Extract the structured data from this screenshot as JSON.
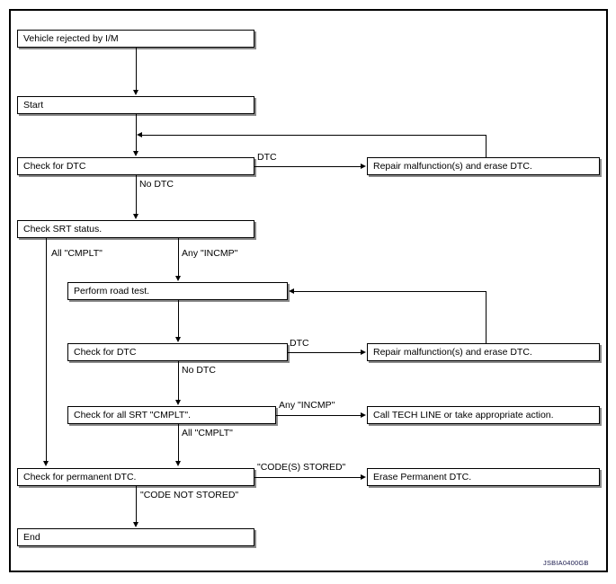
{
  "figure": {
    "reference_id": "JSBIA0400GB",
    "nodes": {
      "vehicle_rejected": "Vehicle rejected by I/M",
      "start": "Start",
      "check_dtc_1": "Check for DTC",
      "repair_1": "Repair malfunction(s) and erase DTC.",
      "check_srt_status": "Check SRT status.",
      "perform_road_test": "Perform road test.",
      "check_dtc_2": "Check for DTC",
      "repair_2": "Repair malfunction(s) and erase DTC.",
      "check_all_srt_cmplt": "Check for all SRT \"CMPLT\".",
      "call_tech_line": "Call TECH LINE or take appropriate action.",
      "check_permanent_dtc": "Check for permanent DTC.",
      "erase_permanent_dtc": "Erase Permanent DTC.",
      "end": "End"
    },
    "edge_labels": {
      "dtc_1": "DTC",
      "no_dtc_1": "No DTC",
      "all_cmplt_1": "All \"CMPLT\"",
      "any_incmp_1": "Any \"INCMP\"",
      "dtc_2": "DTC",
      "no_dtc_2": "No DTC",
      "any_incmp_2": "Any \"INCMP\"",
      "all_cmplt_2": "All \"CMPLT\"",
      "codes_stored": "\"CODE(S) STORED\"",
      "code_not_stored": "\"CODE NOT STORED\""
    },
    "colors": {
      "line": "#000000",
      "box_fill": "#ffffff",
      "shadow": "#8a8a8a",
      "reference_text": "#1a1a4d"
    }
  }
}
